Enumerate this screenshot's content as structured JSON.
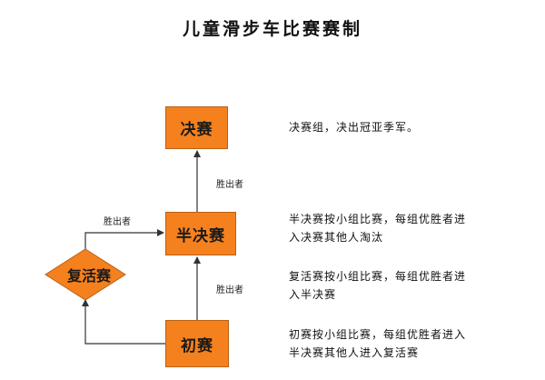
{
  "title": "儿童滑步车比赛赛制",
  "nodes": {
    "final": "决赛",
    "semifinal": "半决赛",
    "repechage": "复活赛",
    "first_round": "初赛"
  },
  "edge_labels": {
    "semifinal_to_final": "胜出者",
    "first_to_semifinal": "胜出者",
    "repechage_to_semifinal": "胜出者"
  },
  "descriptions": {
    "final": [
      "决赛组，决出冠亚季军。"
    ],
    "semifinal": [
      "半决赛按小组比赛，每组优胜者进",
      "入决赛其他人淘汰"
    ],
    "repechage": [
      "复活赛按小组比赛，每组优胜者进",
      "入半决赛"
    ],
    "first_round": [
      "初赛按小组比赛，每组优胜者进入",
      "半决赛其他人进入复活赛"
    ]
  },
  "colors": {
    "node_fill": "#f5801e",
    "node_border": "#b86217",
    "arrow": "#333333"
  }
}
